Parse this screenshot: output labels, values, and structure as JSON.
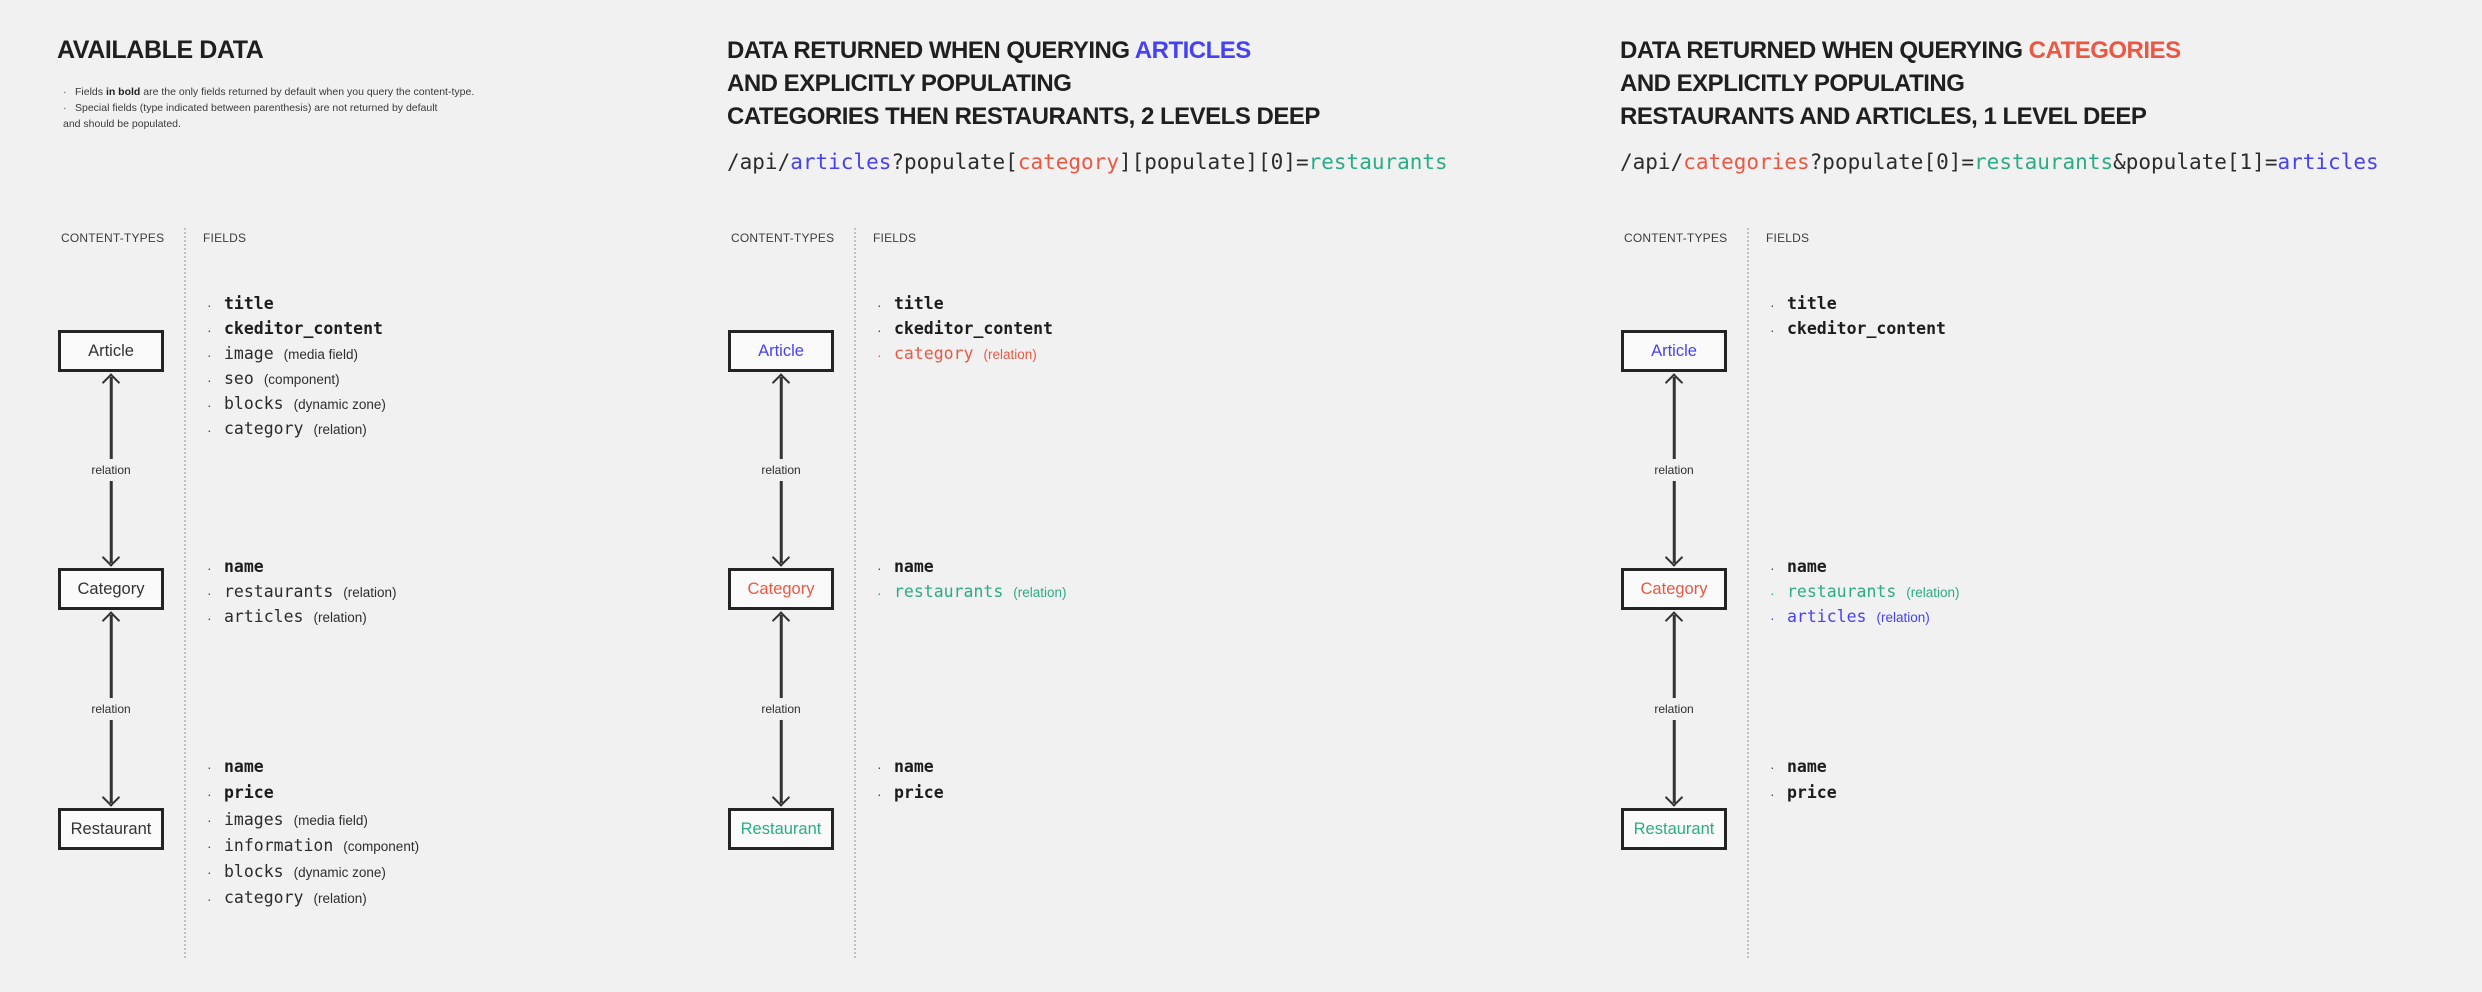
{
  "colors": {
    "blue": "#4642f2",
    "red": "#ea5843",
    "teal": "#2bab87",
    "text": "#262626",
    "background": "#f1f1f1",
    "box_border": "#232323",
    "divider": "#c2c2c2",
    "line": "#333333"
  },
  "labels": {
    "content_types": "CONTENT-TYPES",
    "fields": "FIELDS",
    "relation": "relation"
  },
  "panels": [
    {
      "title": "AVAILABLE DATA",
      "notes": [
        {
          "prefix": "Fields ",
          "bold": "in bold",
          "suffix": " are the only fields returned by default when you query the content-type."
        },
        {
          "line1": "Special fields (type indicated between parenthesis) are not returned by default",
          "line2": "and should be populated."
        }
      ],
      "nodes": {
        "article": {
          "label": "Article",
          "fields": [
            {
              "name": "title"
            },
            {
              "name": "ckeditor_content"
            },
            {
              "name": "image",
              "type": "(media field)"
            },
            {
              "name": "seo",
              "type": "(component)"
            },
            {
              "name": "blocks",
              "type": "(dynamic zone)"
            },
            {
              "name": "category",
              "type": "(relation)"
            }
          ]
        },
        "category": {
          "label": "Category",
          "fields": [
            {
              "name": "name"
            },
            {
              "name": "restaurants",
              "type": "(relation)"
            },
            {
              "name": "articles",
              "type": "(relation)"
            }
          ]
        },
        "restaurant": {
          "label": "Restaurant",
          "fields": [
            {
              "name": "name"
            },
            {
              "name": "price"
            },
            {
              "name": "images",
              "type": "(media field)"
            },
            {
              "name": "information",
              "type": "(component)"
            },
            {
              "name": "blocks",
              "type": "(dynamic zone)"
            },
            {
              "name": "category",
              "type": "(relation)"
            }
          ]
        }
      }
    },
    {
      "heading": {
        "prefix": "DATA RETURNED WHEN QUERYING ",
        "keyword": "ARTICLES",
        "line2": "AND EXPLICITLY POPULATING",
        "line3": "CATEGORIES THEN RESTAURANTS, 2 LEVELS DEEP"
      },
      "api_url": {
        "parts": [
          {
            "text": "/api/"
          },
          {
            "text": "articles"
          },
          {
            "text": "?populate["
          },
          {
            "text": "category"
          },
          {
            "text": "][populate][0]="
          },
          {
            "text": "restaurants"
          }
        ]
      },
      "nodes": {
        "article": {
          "label": "Article",
          "fields": [
            {
              "name": "title"
            },
            {
              "name": "ckeditor_content"
            },
            {
              "name": "category",
              "type": "(relation)"
            }
          ]
        },
        "category": {
          "label": "Category",
          "fields": [
            {
              "name": "name"
            },
            {
              "name": "restaurants",
              "type": "(relation)"
            }
          ]
        },
        "restaurant": {
          "label": "Restaurant",
          "fields": [
            {
              "name": "name"
            },
            {
              "name": "price"
            }
          ]
        }
      }
    },
    {
      "heading": {
        "prefix": "DATA RETURNED WHEN QUERYING ",
        "keyword": "CATEGORIES",
        "line2": "AND EXPLICITLY POPULATING",
        "line3": "RESTAURANTS AND ARTICLES, 1 LEVEL DEEP"
      },
      "api_url": {
        "parts": [
          {
            "text": "/api/"
          },
          {
            "text": "categories"
          },
          {
            "text": "?populate[0]="
          },
          {
            "text": "restaurants"
          },
          {
            "text": "&populate[1]="
          },
          {
            "text": "articles"
          }
        ]
      },
      "nodes": {
        "article": {
          "label": "Article",
          "fields": [
            {
              "name": "title"
            },
            {
              "name": "ckeditor_content"
            }
          ]
        },
        "category": {
          "label": "Category",
          "fields": [
            {
              "name": "name"
            },
            {
              "name": "restaurants",
              "type": "(relation)"
            },
            {
              "name": "articles",
              "type": "(relation)"
            }
          ]
        },
        "restaurant": {
          "label": "Restaurant",
          "fields": [
            {
              "name": "name"
            },
            {
              "name": "price"
            }
          ]
        }
      }
    }
  ]
}
